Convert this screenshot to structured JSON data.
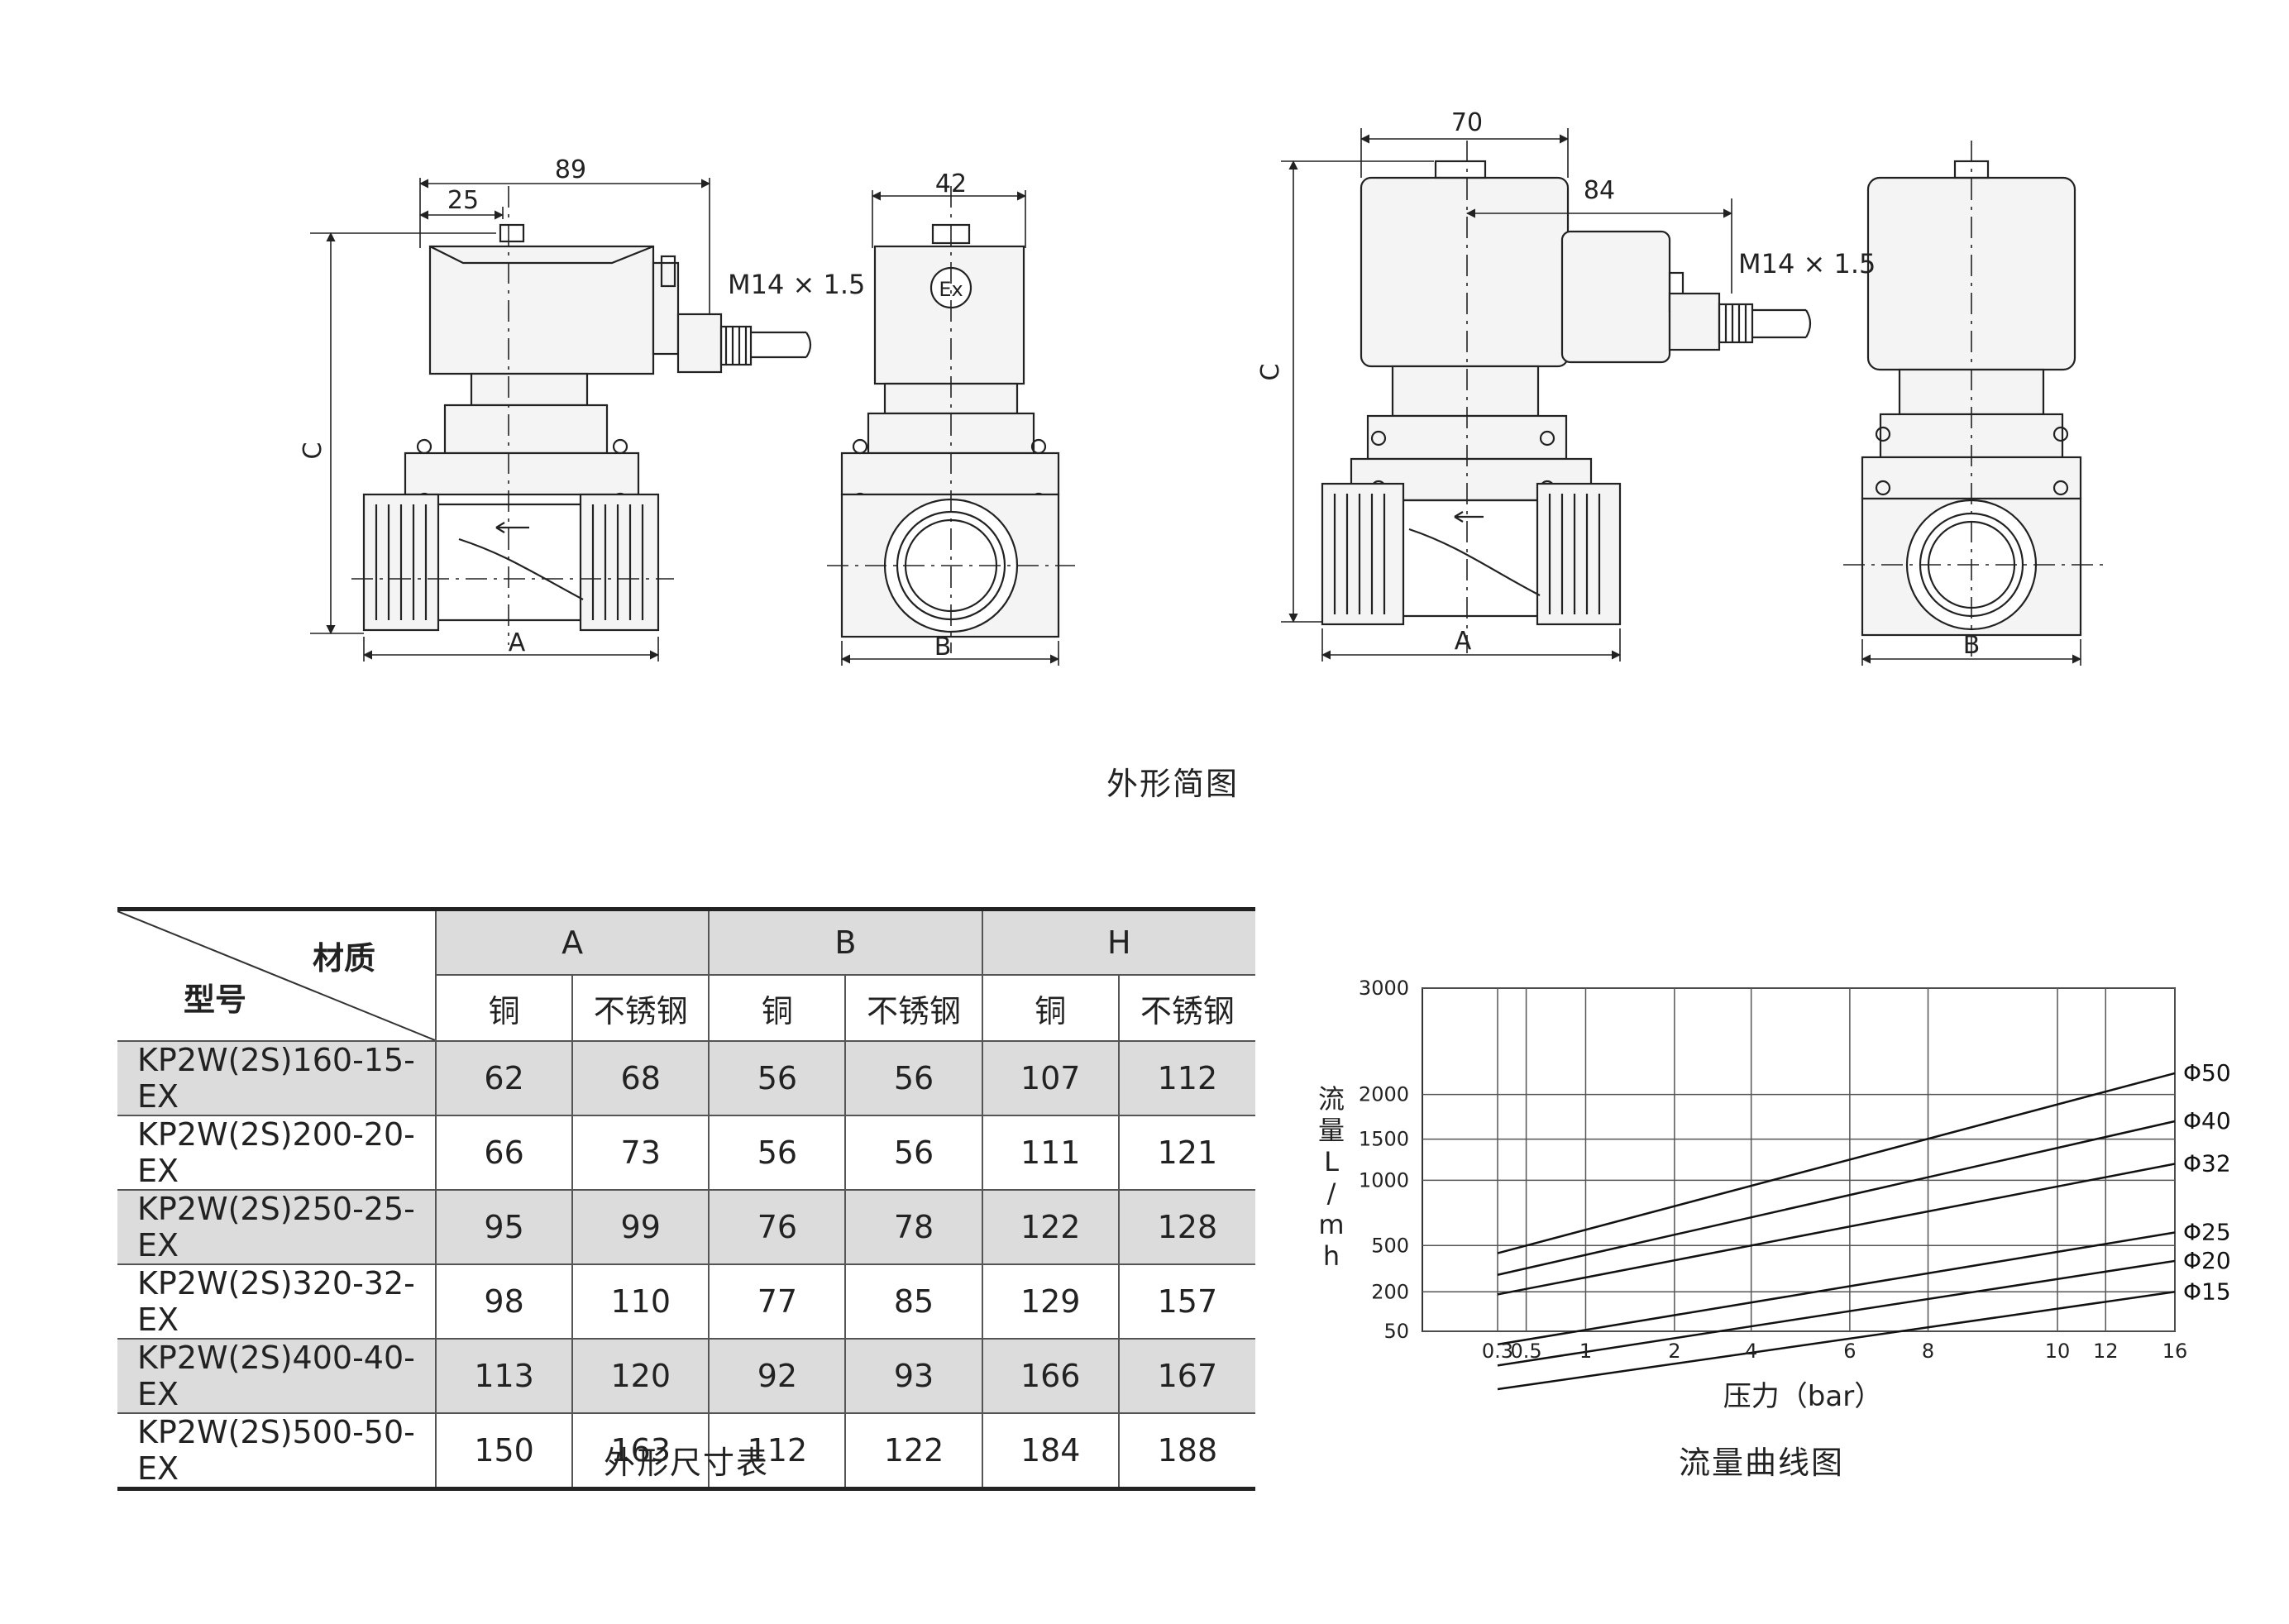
{
  "drawings": {
    "left": {
      "dim_89": "89",
      "dim_25": "25",
      "dim_42": "42",
      "thread": "M14 × 1.5",
      "dim_c": "C",
      "dim_a": "A",
      "dim_b": "B",
      "ex_mark": "Ex"
    },
    "right": {
      "dim_70": "70",
      "dim_84": "84",
      "thread": "M14 × 1.5",
      "dim_c": "C",
      "dim_a": "A",
      "dim_b": "B"
    },
    "caption": "外形简图"
  },
  "table": {
    "corner_material": "材质",
    "corner_model": "型号",
    "groups": [
      "A",
      "B",
      "H"
    ],
    "subheaders": [
      "铜",
      "不锈钢",
      "铜",
      "不锈钢",
      "铜",
      "不锈钢"
    ],
    "rows": [
      {
        "model": "KP2W(2S)160-15-EX",
        "cells": [
          "62",
          "68",
          "56",
          "56",
          "107",
          "112"
        ]
      },
      {
        "model": "KP2W(2S)200-20-EX",
        "cells": [
          "66",
          "73",
          "56",
          "56",
          "111",
          "121"
        ]
      },
      {
        "model": "KP2W(2S)250-25-EX",
        "cells": [
          "95",
          "99",
          "76",
          "78",
          "122",
          "128"
        ]
      },
      {
        "model": "KP2W(2S)320-32-EX",
        "cells": [
          "98",
          "110",
          "77",
          "85",
          "129",
          "157"
        ]
      },
      {
        "model": "KP2W(2S)400-40-EX",
        "cells": [
          "113",
          "120",
          "92",
          "93",
          "166",
          "167"
        ]
      },
      {
        "model": "KP2W(2S)500-50-EX",
        "cells": [
          "150",
          "163",
          "112",
          "122",
          "184",
          "188"
        ]
      }
    ],
    "caption": "外形尺寸表"
  },
  "flow_chart": {
    "caption": "流量曲线图"
  },
  "chart_data": {
    "type": "line",
    "xlabel": "压力（bar）",
    "ylabel": "流量L/mh",
    "x_ticks": [
      "0.3",
      "0.5",
      "1",
      "2",
      "4",
      "6",
      "8",
      "10",
      "12",
      "16"
    ],
    "y_ticks": [
      "3000",
      "2000",
      "1500",
      "1000",
      "500",
      "200",
      "50"
    ],
    "series": [
      {
        "name": "Φ50",
        "x": [
          "0.3",
          "16"
        ],
        "y": [
          450,
          2200
        ]
      },
      {
        "name": "Φ40",
        "x": [
          "0.3",
          "16"
        ],
        "y": [
          310,
          1700
        ]
      },
      {
        "name": "Φ32",
        "x": [
          "0.3",
          "16"
        ],
        "y": [
          190,
          1200
        ]
      },
      {
        "name": "Φ25",
        "x": [
          "0.3",
          "16"
        ],
        "y": [
          0,
          600
        ]
      },
      {
        "name": "Φ20",
        "x": [
          "0.3",
          "16"
        ],
        "y": [
          -80,
          400
        ]
      },
      {
        "name": "Φ15",
        "x": [
          "0.3",
          "16"
        ],
        "y": [
          -170,
          200
        ]
      }
    ],
    "grid": true,
    "legend": "right"
  }
}
